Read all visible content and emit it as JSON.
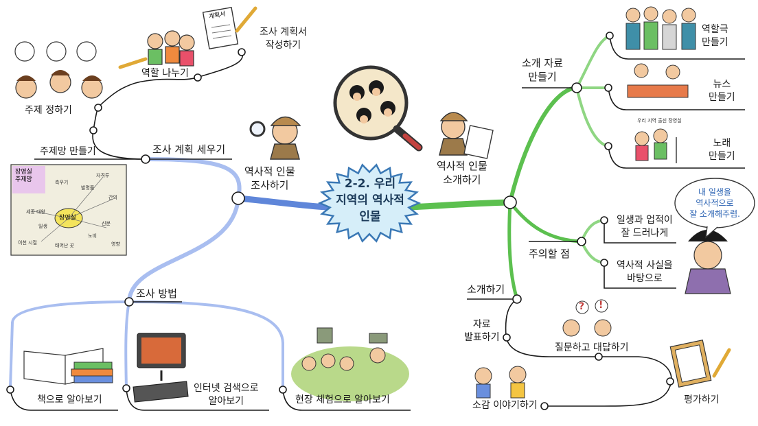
{
  "colors": {
    "left_branch": "#6a8fde",
    "left_sub": "#aabfef",
    "right_branch": "#5cc04f",
    "right_sub": "#8fd683",
    "dark_line": "#1a1a1a",
    "center_fill": "#d6eef9",
    "center_stroke": "#3a78b5"
  },
  "center": {
    "title": "2-2. 우리\n지역의 역사적\n인물"
  },
  "left": {
    "main": "역사적 인물\n조사하기",
    "plan": {
      "title": "조사 계획 세우기",
      "items": {
        "topic": "주제 정하기",
        "topic_map": "주제망 만들기",
        "roles": "역할 나누기",
        "plan_doc": "조사 계획서\n작성하기"
      },
      "document_label": "계획서"
    },
    "method": {
      "title": "조사 방법",
      "items": {
        "books": "책으로 알아보기",
        "internet": "인터넷 검색으로\n알아보기",
        "field": "현장 체험으로 알아보기"
      }
    },
    "topic_map": {
      "title": "장영실\n주제망",
      "center": "장영실",
      "nodes": [
        "자격루",
        "측우기",
        "발명품",
        "간의",
        "세종 대왕",
        "일생",
        "신분",
        "노비",
        "이천 시절",
        "태어난 곳",
        "영향"
      ]
    }
  },
  "right": {
    "main": "역사적 인물\n소개하기",
    "materials": {
      "title": "소개 자료\n만들기",
      "items": {
        "play": "역할극\n만들기",
        "news": "뉴스\n만들기",
        "song": "노래\n만들기"
      },
      "song_caption": "우리 지역 출신 장영실"
    },
    "caution": {
      "title": "주의할 점",
      "items": {
        "life": "일생과 업적이\n잘 드러나게",
        "facts": "역사적 사실을\n바탕으로"
      },
      "speech": "내 일생을\n역사적으로\n잘 소개해주렴."
    },
    "introduce": {
      "title": "소개하기",
      "items": {
        "present": "자료\n발표하기",
        "qa": "질문하고 대답하기",
        "evaluate": "평가하기",
        "reflect": "소감 이야기하기"
      },
      "qa_marks": [
        "?",
        "!"
      ]
    }
  }
}
